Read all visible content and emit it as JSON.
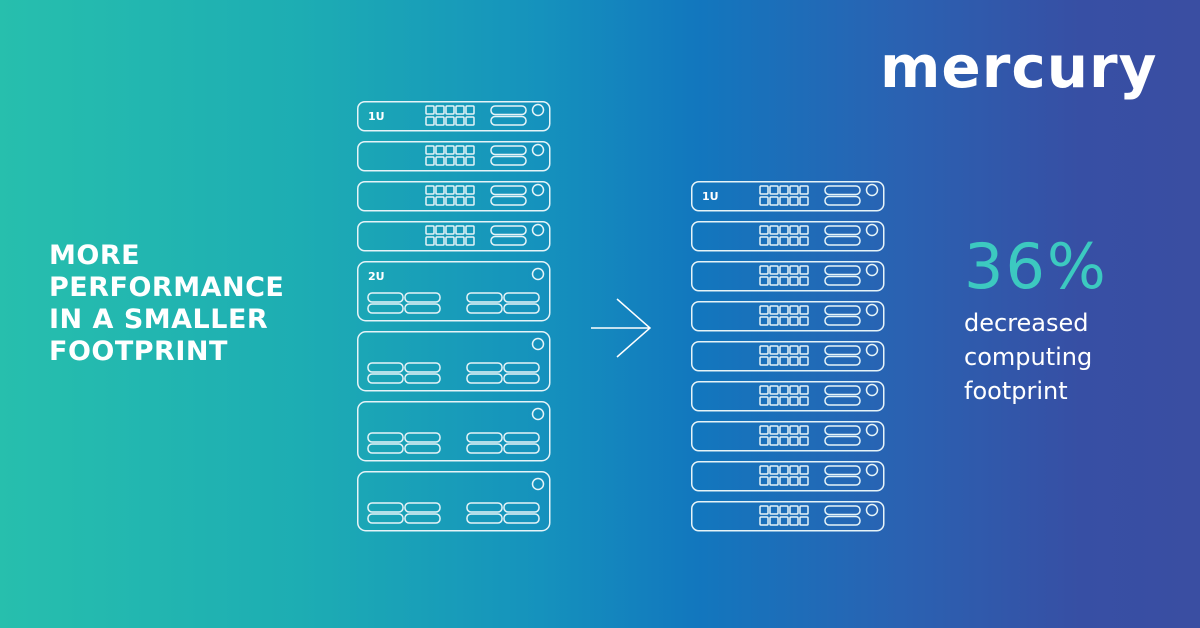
{
  "brand": {
    "logo_text": "mercury"
  },
  "headline": {
    "lines": [
      "MORE",
      "PERFORMANCE",
      "IN A SMALLER",
      "FOOTPRINT"
    ]
  },
  "stat": {
    "value": "36%",
    "label_lines": [
      "decreased",
      "computing",
      "footprint"
    ]
  },
  "racks": {
    "before": {
      "units_1u": 4,
      "units_2u": 4,
      "label_1u": "1U",
      "label_2u": "2U"
    },
    "after": {
      "units_1u": 9,
      "label_1u": "1U"
    }
  },
  "colors": {
    "bg_left": "#27BFAD",
    "bg_mid": "#1277BE",
    "bg_right": "#3A4EA2",
    "stat_accent": "#3CC9C0",
    "outline": "#E6F4F8"
  }
}
